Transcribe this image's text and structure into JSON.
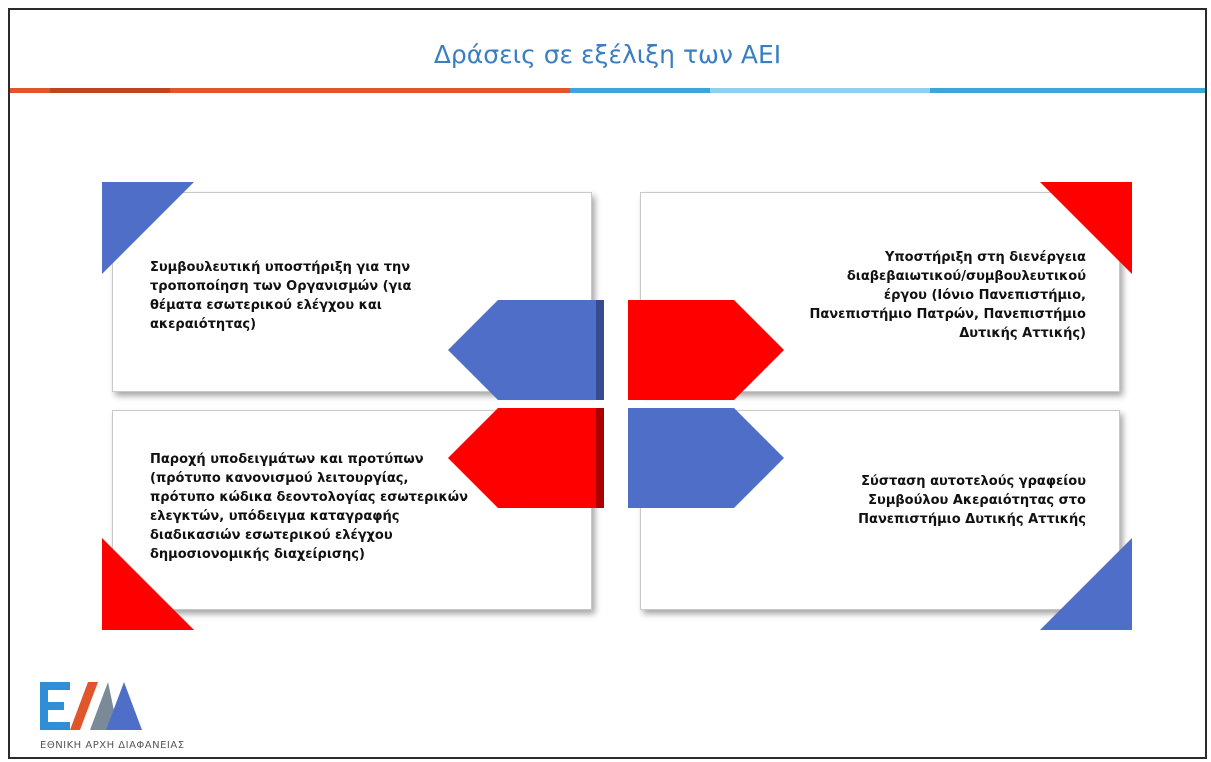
{
  "slide": {
    "title": "Δράσεις σε εξέλιξη των ΑΕΙ",
    "boxes": [
      {
        "text": "Συμβουλευτική υποστήριξη για την τροποποίηση των Οργανισμών (για θέματα εσωτερικού ελέγχου και ακεραιότητας)"
      },
      {
        "text": "Υποστήριξη στη διενέργεια διαβεβαιωτικού/συμβουλευτικού έργου (Ιόνιο Πανεπιστήμιο, Πανεπιστήμιο Πατρών, Πανεπιστήμιο Δυτικής Αττικής)"
      },
      {
        "text": "Παροχή υποδειγμάτων και προτύπων (πρότυπο κανονισμού λειτουργίας, πρότυπο κώδικα δεοντολογίας εσωτερικών ελεγκτών, υπόδειγμα καταγραφής διαδικασιών εσωτερικού ελέγχου δημοσιονομικής διαχείρισης)"
      },
      {
        "text": "Σύσταση αυτοτελούς γραφείου Συμβούλου Ακεραιότητας στο Πανεπιστήμιο Δυτικής Αττικής"
      }
    ]
  },
  "logo": {
    "mark": "ΕΑΔ",
    "caption": "ΕΘΝΙΚΗ ΑΡΧΗ ΔΙΑΦΑΝΕΙΑΣ"
  },
  "colors": {
    "blue": "#4f6ec8",
    "red": "#ff0000",
    "title": "#3a7ec2",
    "bar_orange": "#e0562a",
    "bar_blue": "#3aa6d9"
  }
}
